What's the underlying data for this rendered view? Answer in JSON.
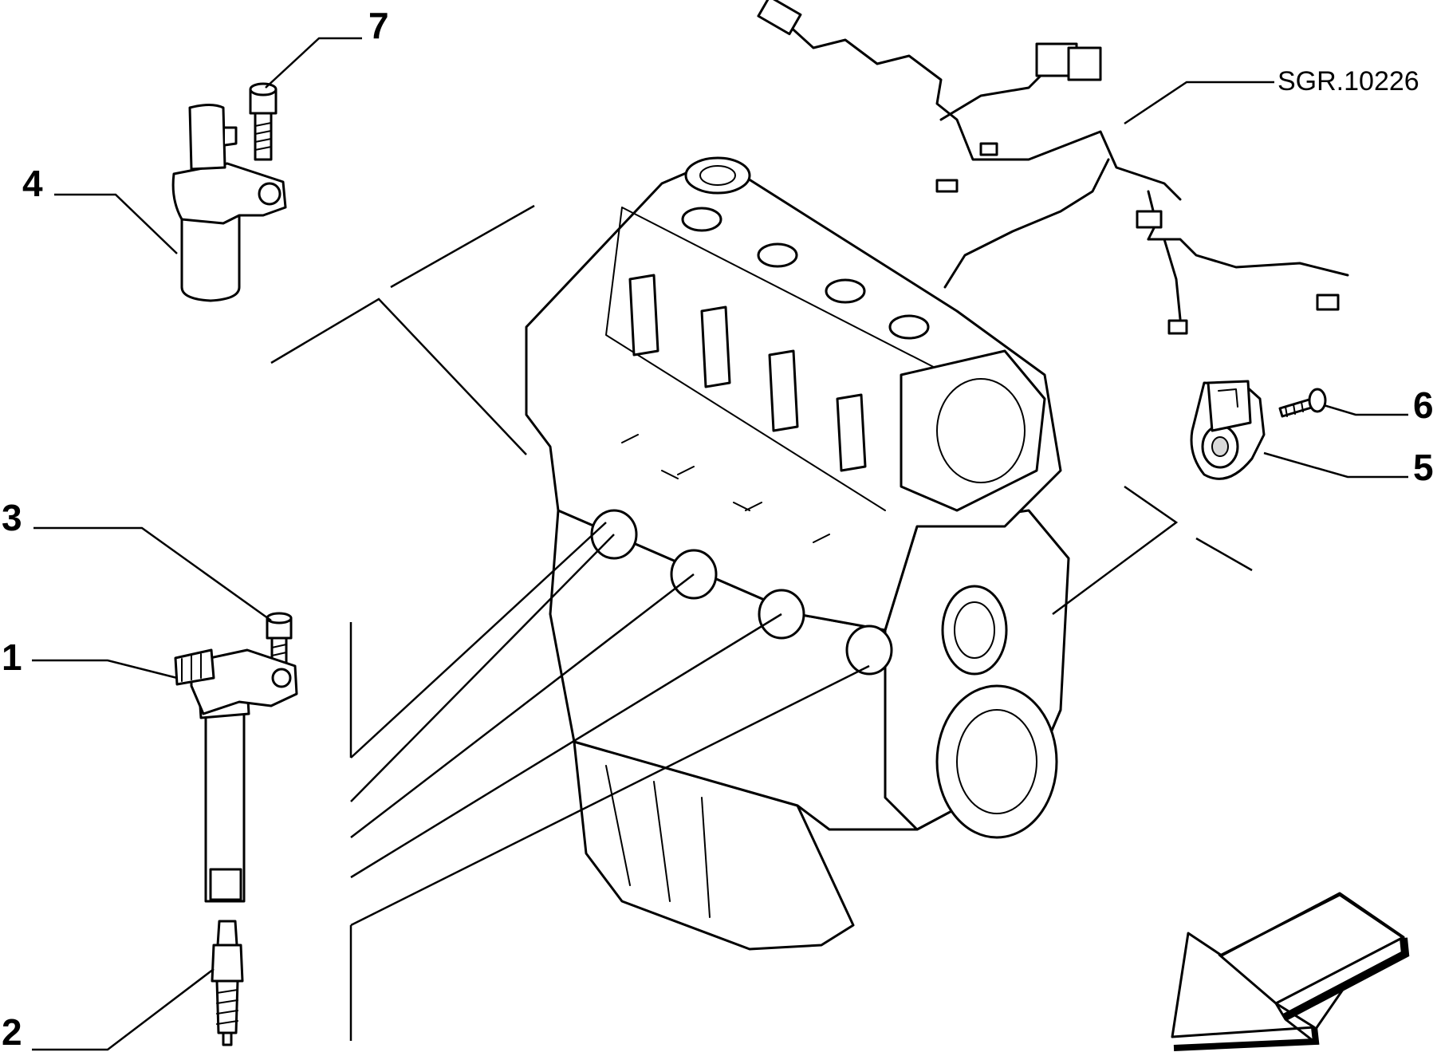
{
  "drawing": {
    "reference": "SGR.10226"
  },
  "callouts": [
    {
      "id": "1",
      "label": "1"
    },
    {
      "id": "2",
      "label": "2"
    },
    {
      "id": "3",
      "label": "3"
    },
    {
      "id": "4",
      "label": "4"
    },
    {
      "id": "5",
      "label": "5"
    },
    {
      "id": "6",
      "label": "6"
    },
    {
      "id": "7",
      "label": "7"
    }
  ],
  "icons": {
    "direction_arrow": "view-direction-arrow-icon"
  }
}
